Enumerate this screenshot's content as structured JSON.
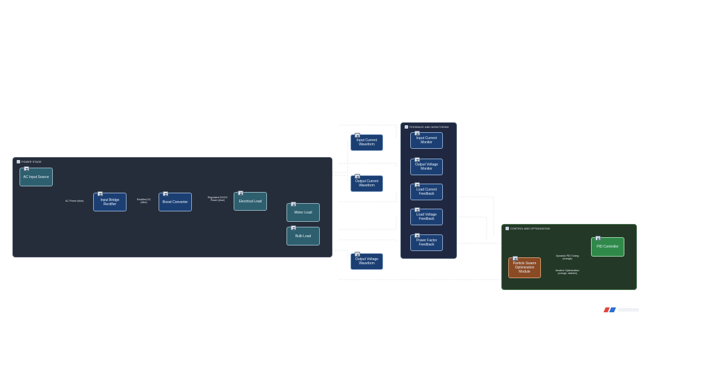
{
  "groups": {
    "power_stage": {
      "title": "POWER STAGE"
    },
    "feedback": {
      "title": "FEEDBACK AND MONITORING"
    },
    "control": {
      "title": "CONTROL AND OPTIMIZATION"
    }
  },
  "nodes": {
    "ac_input": "AC Input Source",
    "rectifier": "Input Bridge Rectifier",
    "boost": "Boost Converter",
    "electrical_load": "Electrical Load",
    "motor_load": "Motor Load",
    "bulb_load": "Bulb Load",
    "input_current_waveform": "Input Current Waveform",
    "output_current_waveform": "Output Current Waveform",
    "output_voltage_waveform": "Output Voltage Waveform",
    "input_current_monitor": "Input Current Monitor",
    "output_voltage_monitor": "Output Voltage Monitor",
    "load_current_feedback": "Load Current Feedback",
    "load_voltage_feedback": "Load Voltage Feedback",
    "power_factor_feedback": "Power Factor Feedback",
    "pso_module": "Particle Swarm Optimization Module",
    "pid_controller": "PID Controller"
  },
  "edge_labels": {
    "ac_power": "AC Power (blue)",
    "rectified_dc": "Rectified DC (blue)",
    "regulated_dc": "Regulated DC/DC Power (blue)",
    "dynamic_pid": "Dynamic PID Tuning (orange)",
    "iterative_opt": "Iterative Optimization (orange, dashed)"
  },
  "colors": {
    "power_stage_bg": "#262d3a",
    "feedback_bg": "#1f2840",
    "control_bg": "#243827",
    "node_blue": "#1c3f73",
    "node_teal": "#2e5f6e",
    "node_green": "#2f8a4a",
    "node_orange": "#8a4a24",
    "wire": "#aeb9c6"
  },
  "icons": {
    "node_icon": "chart-icon",
    "logo": "brand-logo"
  }
}
